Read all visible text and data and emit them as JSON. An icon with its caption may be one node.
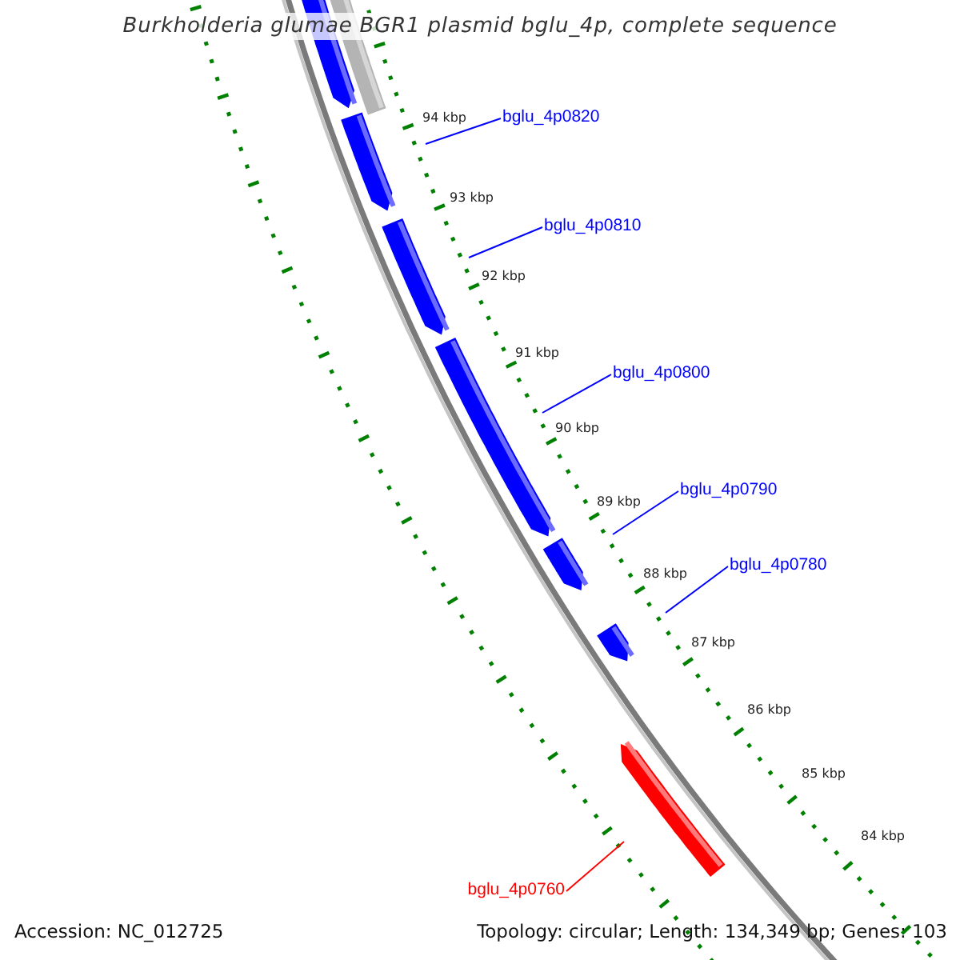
{
  "diagram": {
    "title": "Burkholderia glumae BGR1 plasmid bglu_4p, complete sequence",
    "nodes": [
      {
        "text": [
          "bglu_4p0820"
        ]
      },
      {
        "text": [
          "bglu_4p0810"
        ]
      },
      {
        "text": [
          "bglu_4p0800"
        ]
      },
      {
        "text": [
          "bglu_4p0790"
        ]
      },
      {
        "text": [
          "bglu_4p0780"
        ]
      },
      {
        "text": [
          "bglu_4p0760"
        ]
      }
    ],
    "edges": [
      {
        "from": 0,
        "to": null,
        "arrow": "none"
      },
      {
        "from": 1,
        "to": null,
        "arrow": "none"
      },
      {
        "from": 2,
        "to": null,
        "arrow": "none"
      },
      {
        "from": 3,
        "to": null,
        "arrow": "none"
      },
      {
        "from": 4,
        "to": null,
        "arrow": "none"
      },
      {
        "from": 5,
        "to": null,
        "arrow": "none",
        "color": "#ff0000"
      }
    ],
    "labels": [
      "94 kbp",
      "93 kbp",
      "92 kbp",
      "91 kbp",
      "90 kbp",
      "89 kbp",
      "88 kbp",
      "87 kbp",
      "86 kbp",
      "85 kbp",
      "84 kbp",
      "Accession: NC_012725",
      "Topology: circular; Length: 134,349 bp; Genes: 103"
    ]
  }
}
